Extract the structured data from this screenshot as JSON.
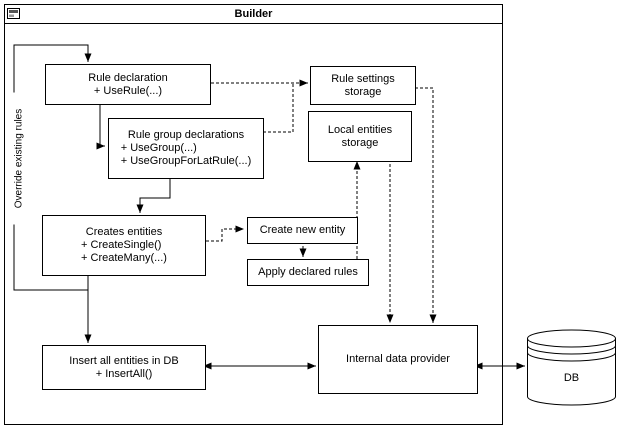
{
  "frame": {
    "title": "Builder"
  },
  "labels": {
    "override_loop": "Override existing rules"
  },
  "colors": {
    "stroke": "#000000",
    "fill": "#ffffff"
  },
  "nodes": {
    "rule_declaration": {
      "title": "Rule declaration",
      "lines": [
        "+ UseRule(...)"
      ]
    },
    "rule_group_declarations": {
      "title": "Rule group declarations",
      "lines": [
        "+ UseGroup(...)",
        "+ UseGroupForLatRule(...)"
      ]
    },
    "rule_settings_storage": {
      "title": "Rule settings storage"
    },
    "local_entities_storage": {
      "title": "Local entities storage"
    },
    "creates_entities": {
      "title": "Creates entities",
      "lines": [
        "+ CreateSingle()",
        "+ CreateMany(...)"
      ]
    },
    "create_new_entity": {
      "title": "Create new entity"
    },
    "apply_declared_rules": {
      "title": "Apply declared rules"
    },
    "insert_all_entities": {
      "title": "Insert all entities in DB",
      "lines": [
        "+ InsertAll()"
      ]
    },
    "internal_data_provider": {
      "title": "Internal data provider"
    },
    "db": {
      "title": "DB"
    }
  }
}
